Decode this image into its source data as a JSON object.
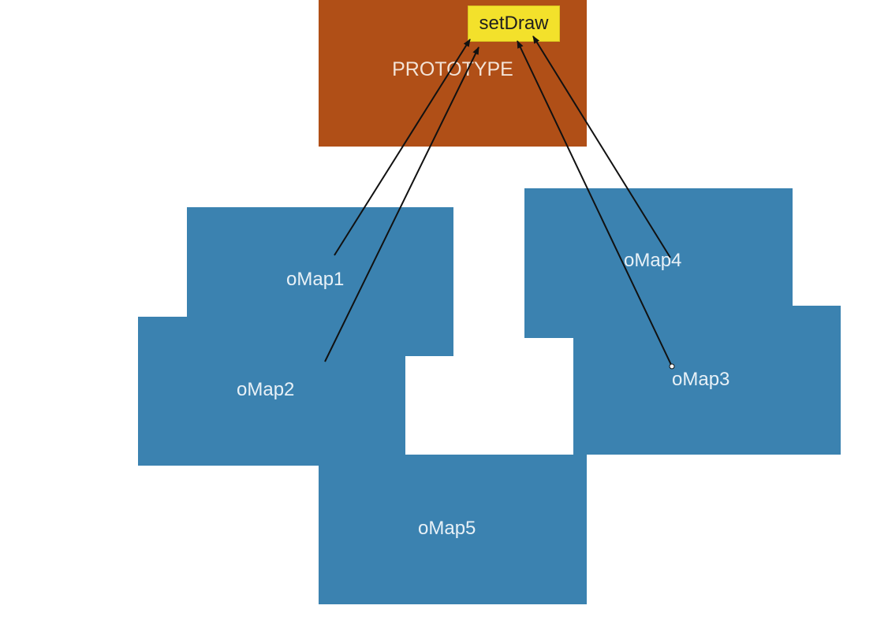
{
  "prototype": {
    "label": "PROTOTYPE",
    "color": "#b04f17"
  },
  "method": {
    "label": "setDraw",
    "color": "#f3e12b"
  },
  "objects": [
    {
      "id": "omap1",
      "label": "oMap1"
    },
    {
      "id": "omap2",
      "label": "oMap2"
    },
    {
      "id": "omap3",
      "label": "oMap3"
    },
    {
      "id": "omap4",
      "label": "oMap4"
    },
    {
      "id": "omap5",
      "label": "oMap5"
    }
  ],
  "object_color": "#3b82b0",
  "arrows": [
    {
      "from": "oMap1",
      "to": "setDraw"
    },
    {
      "from": "oMap2",
      "to": "setDraw"
    },
    {
      "from": "oMap3",
      "to": "setDraw"
    },
    {
      "from": "oMap4",
      "to": "setDraw"
    }
  ]
}
